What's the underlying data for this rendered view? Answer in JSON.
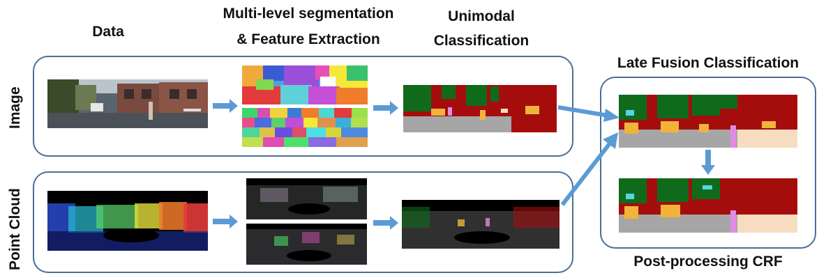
{
  "headers": {
    "data": "Data",
    "segmentation_line1": "Multi-level segmentation",
    "segmentation_line2": "& Feature Extraction",
    "unimodal_line1": "Unimodal",
    "unimodal_line2": "Classification",
    "late_fusion": "Late Fusion Classification",
    "post_processing": "Post-processing CRF"
  },
  "row_labels": {
    "image": "Image",
    "point_cloud": "Point Cloud"
  },
  "colors": {
    "panel_border": "#4a6f98",
    "arrow": "#5b9bd5",
    "class_vegetation": "#0f6b1b",
    "class_building": "#a50d0d",
    "class_road": "#a6a6a6",
    "class_car": "#f0b43a",
    "class_sidewalk": "#f8dcc0",
    "class_pedestrian": "#e08ae6",
    "class_pole": "#53d6e6"
  }
}
